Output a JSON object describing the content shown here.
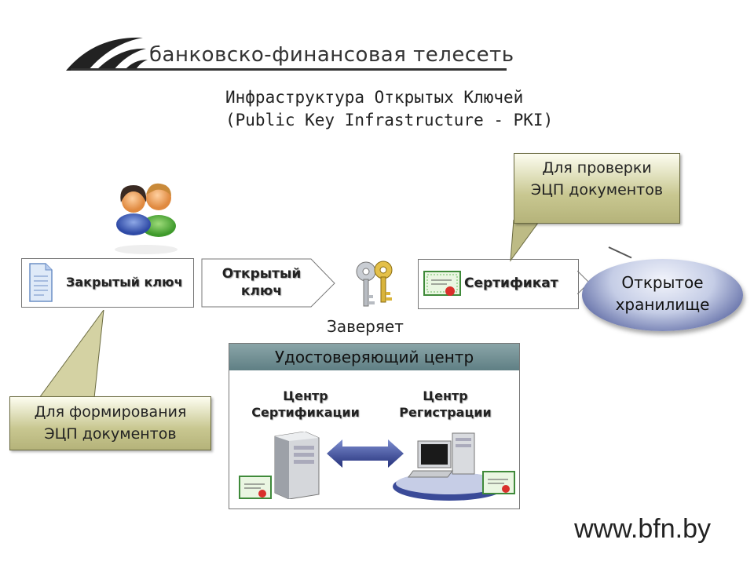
{
  "header": {
    "brand": "банковско-финансовая телесеть"
  },
  "title": {
    "line1": "Инфраструктура Открытых Ключей",
    "line2": "(Public Key Infrastructure - PKI)"
  },
  "nodes": {
    "private_key": "Закрытый ключ",
    "public_key_line1": "Открытый",
    "public_key_line2": "ключ",
    "certifies": "Заверяет",
    "certificate": "Сертификат",
    "storage_line1": "Открытое",
    "storage_line2": "хранилище"
  },
  "callouts": {
    "verify_line1": "Для проверки",
    "verify_line2": "ЭЦП документов",
    "create_line1": "Для формирования",
    "create_line2": "ЭЦП документов"
  },
  "ca": {
    "title": "Удостоверяющий центр",
    "cert_center_line1": "Центр",
    "cert_center_line2": "Сертификации",
    "reg_center_line1": "Центр",
    "reg_center_line2": "Регистрации"
  },
  "footer": {
    "url": "www.bfn.by"
  },
  "colors": {
    "callout": "#c8c790",
    "ca_header": "#6f8c90",
    "ellipse": "#2f3d86",
    "arrow": "#2b3a8a"
  },
  "icons": [
    "logo-icon",
    "users-icon",
    "document-icon",
    "keys-icon",
    "certificate-icon",
    "server-icon",
    "workstation-icon"
  ]
}
